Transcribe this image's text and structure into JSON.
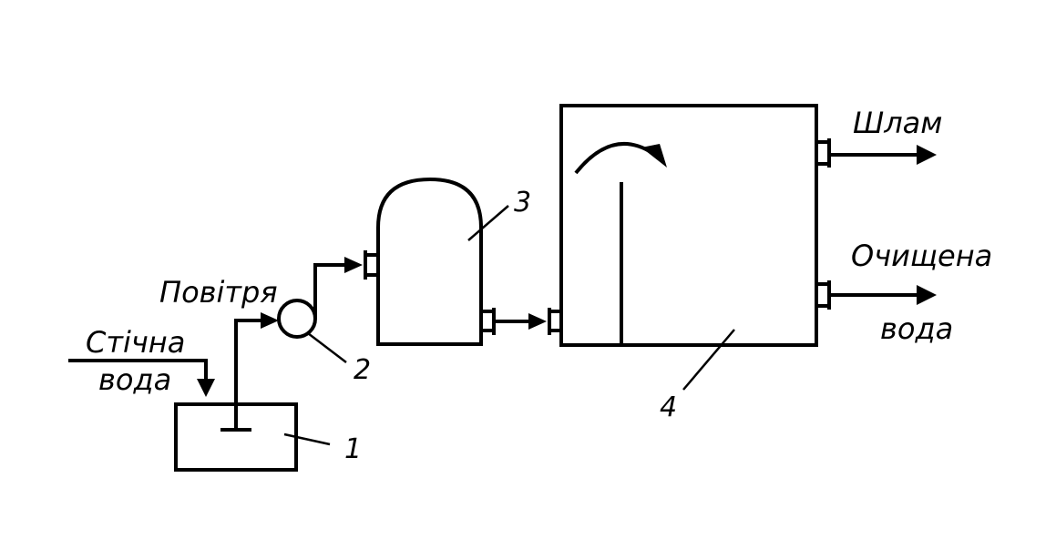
{
  "labels": {
    "wastewater_line1": "Стічна",
    "wastewater_line2": "вода",
    "air": "Повітря",
    "sludge": "Шлам",
    "clean_line1": "Очищена",
    "clean_line2": "вода"
  },
  "numbers": {
    "n1": "1",
    "n2": "2",
    "n3": "3",
    "n4": "4"
  }
}
